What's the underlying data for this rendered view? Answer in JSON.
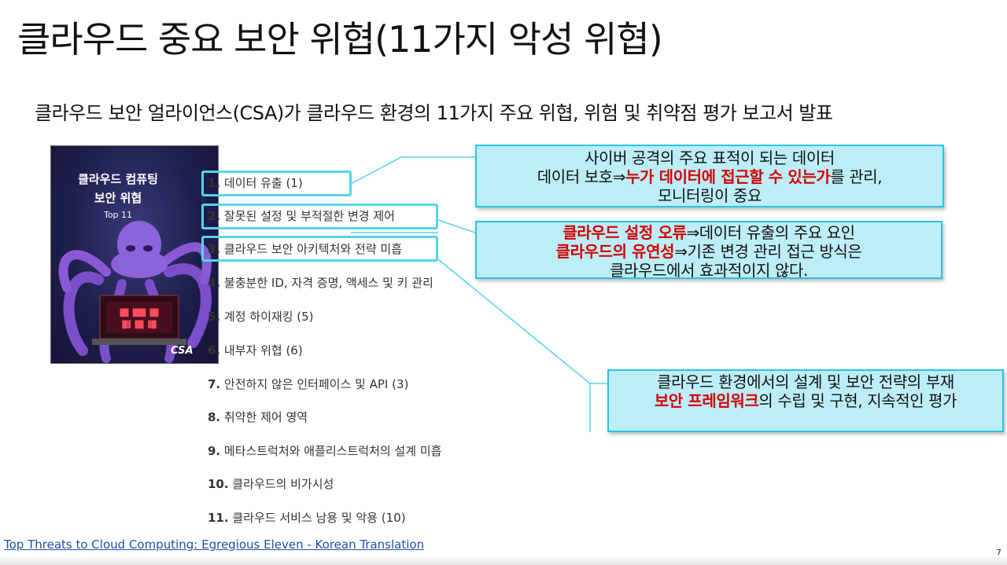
{
  "slide": {
    "title": "클라우드 중요 보안 위협(11가지 악성 위협)",
    "subtitle": "클라우드 보안 얼라이언스(CSA)가 클라우드 환경의 11가지 주요 위협, 위험 및 취약점 평가 보고서 발표",
    "page_number": "7",
    "link_text": "Top Threats to Cloud Computing: Egregious Eleven - Korean Translation"
  },
  "cover": {
    "line1": "클라우드 컴퓨팅",
    "line2": "보안 위협",
    "line3": "Top 11",
    "logo": "CSA"
  },
  "threats": [
    {
      "num": "1.",
      "text": "데이터 유출 (1)"
    },
    {
      "num": "2.",
      "text": "잘못된 설정 및 부적절한 변경 제어"
    },
    {
      "num": "3.",
      "text": "클라우드 보안 아키텍처와 전략 미흡"
    },
    {
      "num": "4.",
      "text": "불충분한 ID, 자격 증명, 액세스 및 키 관리"
    },
    {
      "num": "5.",
      "text": "계정 하이재킹 (5)"
    },
    {
      "num": "6.",
      "text": "내부자 위협 (6)"
    },
    {
      "num": "7.",
      "text": "안전하지 않은 인터페이스 및 API (3)"
    },
    {
      "num": "8.",
      "text": "취약한 제어 영역"
    },
    {
      "num": "9.",
      "text": "메타스트럭처와 애플리스트럭처의 설계 미흡"
    },
    {
      "num": "10.",
      "text": "클라우드의 비가시성"
    },
    {
      "num": "11.",
      "text": "클라우드 서비스 남용 및 악용 (10)"
    }
  ],
  "callouts": {
    "c1": {
      "line1": "사이버 공격의 주요 표적이 되는 데이터",
      "line2_pre": "데이터 보호⇒",
      "line2_red": "누가 데이터에 접근할 수 있는가",
      "line2_post": "를 관리,",
      "line3": "모니터링이 중요"
    },
    "c2": {
      "line1_red": "클라우드 설정 오류",
      "line1_post": "⇒데이터 유출의 주요 요인",
      "line2_red": "클라우드의 유연성",
      "line2_post": "⇒기존 변경 관리 접근 방식은",
      "line3": "클라우드에서 효과적이지 않다."
    },
    "c3": {
      "line1": "클라우드 환경에서의 설계 및 보안 전략의 부재",
      "line2_red": "보안 프레임워크",
      "line2_post": "의 수립 및 구현, 지속적인 평가"
    }
  },
  "colors": {
    "callout_bg": "#bdeef8",
    "callout_border": "#29c3e2",
    "highlight": "#d40000",
    "link": "#1f4fa8"
  }
}
